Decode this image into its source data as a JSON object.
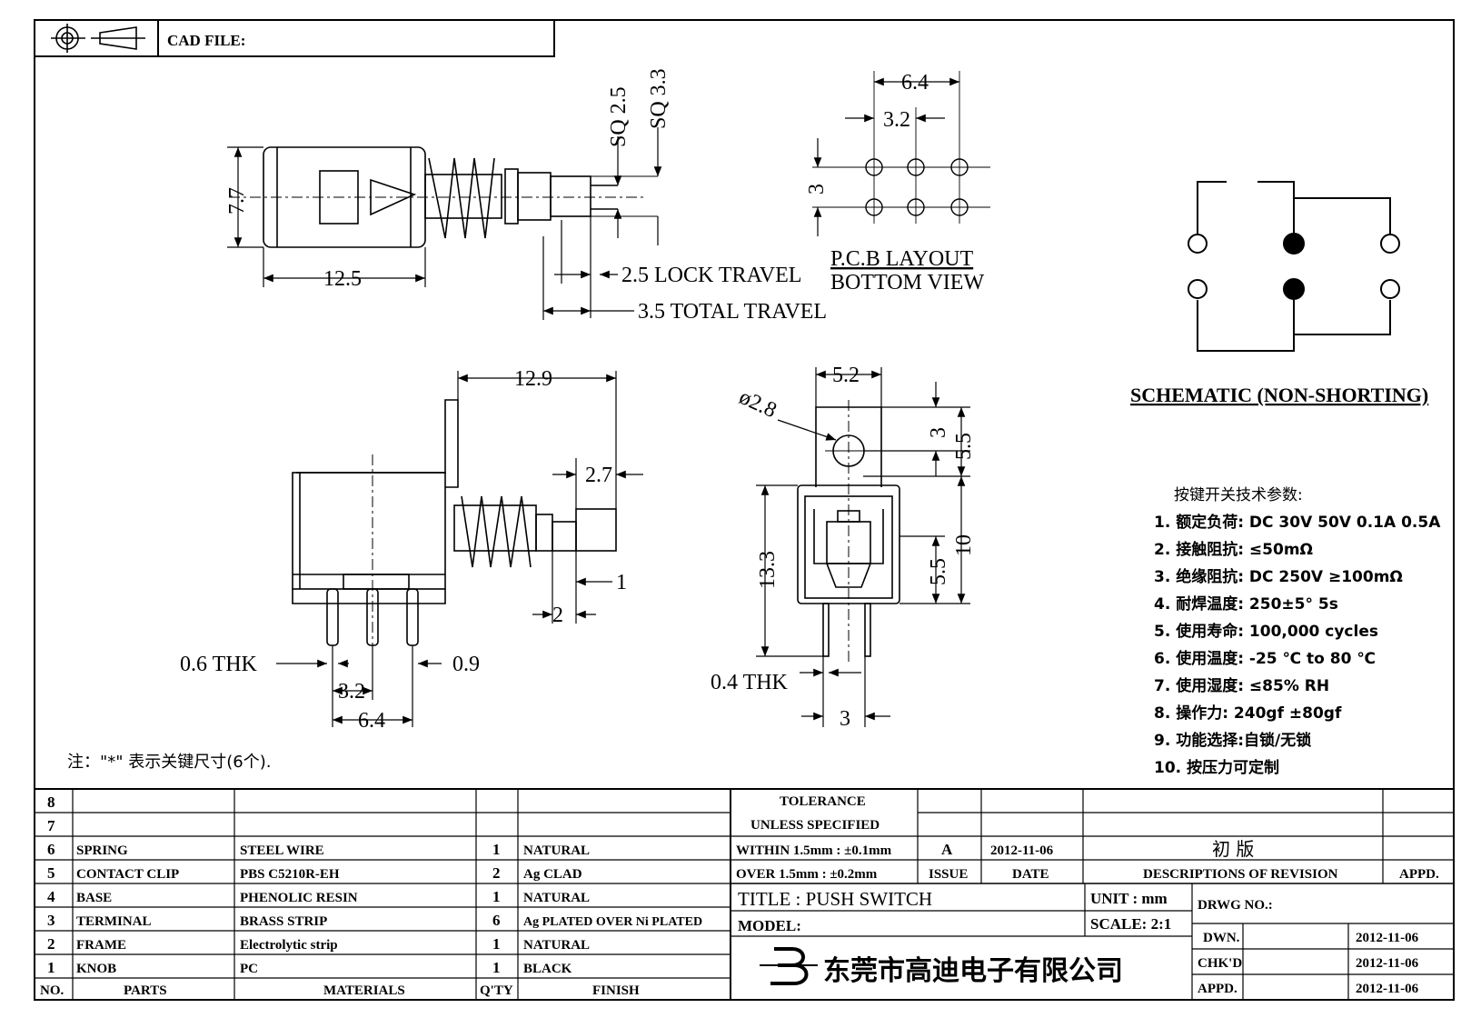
{
  "header": {
    "cad_label": "CAD FILE:"
  },
  "side_view": {
    "sq_small": "SQ 2.5",
    "sq_large": "SQ 3.3",
    "height": "7.7",
    "length": "12.5",
    "lock_travel": "2.5 LOCK TRAVEL",
    "total_travel": "3.5 TOTAL TRAVEL"
  },
  "pcb": {
    "width": "6.4",
    "pitch": "3.2",
    "row": "3",
    "title": "P.C.B LAYOUT",
    "subtitle": "BOTTOM VIEW"
  },
  "schematic": {
    "title": "SCHEMATIC (NON-SHORTING)"
  },
  "front_view": {
    "length": "12.9",
    "knob": "2.7",
    "offset": "1",
    "knob2": "2",
    "thk": "0.6 THK",
    "pin": "0.9",
    "pitch": "3.2",
    "span": "6.4"
  },
  "end_view": {
    "width": "5.2",
    "hole": "ø2.8",
    "top": "3",
    "upper": "5.5",
    "height": "13.3",
    "mid": "10",
    "lower": "5.5",
    "thk": "0.4 THK",
    "base": "3"
  },
  "note": "注：\"*\" 表示关键尺寸(6个).",
  "specs": {
    "title": "按键开关技术参数:",
    "items": [
      "1.  额定负荷: DC 30V 50V    0.1A  0.5A",
      "2.  接触阻抗:  ≤50mΩ",
      "3.  绝缘阻抗: DC 250V  ≥100mΩ",
      "4.  耐焊温度: 250±5°    5s",
      "5.  使用寿命: 100,000 cycles",
      "6.  使用温度: -25 ℃  to 80 ℃",
      "7.  使用湿度:  ≤85% RH",
      "8.  操作力: 240gf  ±80gf",
      "9.  功能选择:自锁/无锁",
      "10.  按压力可定制"
    ]
  },
  "bom": {
    "headers": [
      "NO.",
      "PARTS",
      "MATERIALS",
      "Q'TY",
      "FINISH"
    ],
    "rows": [
      {
        "no": "8",
        "part": "",
        "material": "",
        "qty": "",
        "finish": ""
      },
      {
        "no": "7",
        "part": "",
        "material": "",
        "qty": "",
        "finish": ""
      },
      {
        "no": "6",
        "part": "SPRING",
        "material": "STEEL WIRE",
        "qty": "1",
        "finish": "NATURAL"
      },
      {
        "no": "5",
        "part": "CONTACT CLIP",
        "material": "PBS C5210R-EH",
        "qty": "2",
        "finish": "Ag CLAD"
      },
      {
        "no": "4",
        "part": "BASE",
        "material": "PHENOLIC RESIN",
        "qty": "1",
        "finish": "NATURAL"
      },
      {
        "no": "3",
        "part": "TERMINAL",
        "material": "BRASS STRIP",
        "qty": "6",
        "finish": "Ag PLATED OVER Ni PLATED"
      },
      {
        "no": "2",
        "part": "FRAME",
        "material": "Electrolytic strip",
        "qty": "1",
        "finish": "NATURAL"
      },
      {
        "no": "1",
        "part": "KNOB",
        "material": "PC",
        "qty": "1",
        "finish": "BLACK"
      }
    ]
  },
  "tolerance": {
    "title1": "TOLERANCE",
    "title2": "UNLESS  SPECIFIED",
    "within": "WITHIN 1.5mm : ±0.1mm",
    "over": "OVER 1.5mm : ±0.2mm"
  },
  "revision": {
    "issue": "A",
    "date": "2012-11-06",
    "desc": "初 版",
    "issue_label": "ISSUE",
    "date_label": "DATE",
    "desc_label": "DESCRIPTIONS OF REVISION",
    "appd_label": "APPD."
  },
  "title_block": {
    "title": "TITLE :  PUSH SWITCH",
    "model": "MODEL:",
    "unit": "UNIT :  mm",
    "scale": "SCALE:  2:1",
    "drwg": "DRWG NO.:",
    "company": "东莞市高迪电子有限公司",
    "dwn_label": "DWN.",
    "dwn_date": "2012-11-06",
    "chkd_label": "CHK'D",
    "chkd_date": "2012-11-06",
    "appd_label": "APPD.",
    "appd_date": "2012-11-06"
  }
}
